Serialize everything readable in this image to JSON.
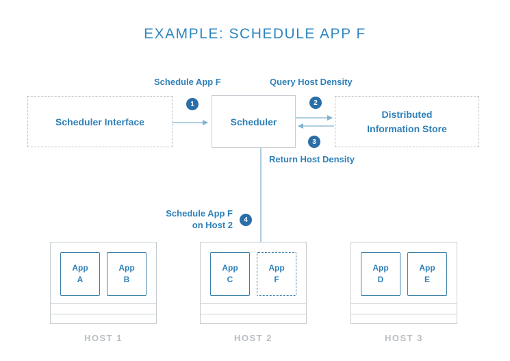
{
  "title": "EXAMPLE: SCHEDULE APP F",
  "labels": {
    "schedule_app": "Schedule App F",
    "query_density": "Query Host Density",
    "return_density": "Return Host Density",
    "schedule_on_host_line1": "Schedule App F",
    "schedule_on_host_line2": "on Host 2"
  },
  "steps": [
    "1",
    "2",
    "3",
    "4"
  ],
  "nodes": {
    "scheduler_interface": "Scheduler Interface",
    "scheduler": "Scheduler",
    "store_line1": "Distributed",
    "store_line2": "Information Store"
  },
  "hosts": [
    {
      "name": "HOST 1",
      "apps": [
        {
          "l1": "App",
          "l2": "A"
        },
        {
          "l1": "App",
          "l2": "B"
        }
      ]
    },
    {
      "name": "HOST 2",
      "apps": [
        {
          "l1": "App",
          "l2": "C"
        },
        {
          "l1": "App",
          "l2": "F"
        }
      ]
    },
    {
      "name": "HOST 3",
      "apps": [
        {
          "l1": "App",
          "l2": "D"
        },
        {
          "l1": "App",
          "l2": "E"
        }
      ]
    }
  ],
  "colors": {
    "accent": "#2e80b8",
    "badge": "#2a6ea8",
    "arrow": "#7fb2cf",
    "border": "#c7cdd2",
    "muted": "#b8bec4"
  }
}
